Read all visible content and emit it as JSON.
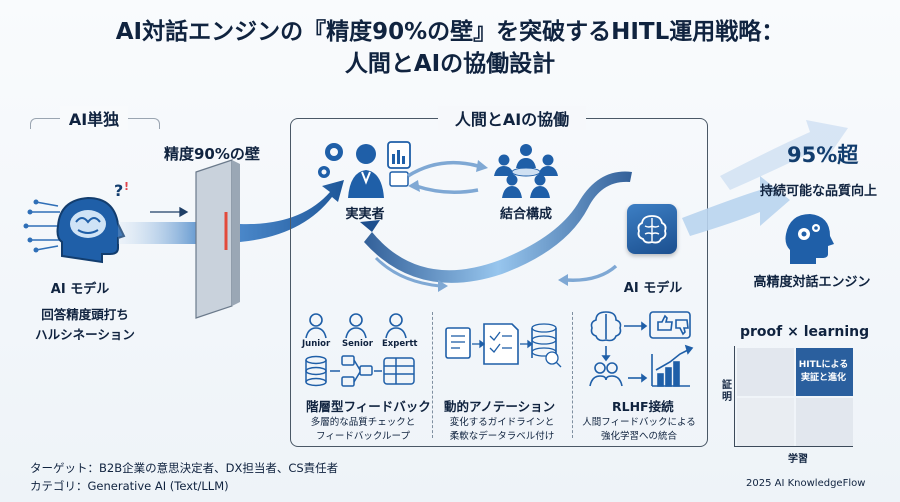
{
  "title": {
    "line1": "AI対話エンジンの『精度90%の壁』を突破するHITL運用戦略：",
    "line2": "人間とAIの協働設計"
  },
  "left_section": {
    "header": "AI単独",
    "wall_label": "精度90%の壁",
    "model_label": "AI モデル",
    "issue_line1": "回答精度頭打ち",
    "issue_line2": "ハルシネーション"
  },
  "collab_section": {
    "header": "人間とAIの協働",
    "practitioner": "実実者",
    "team": "結合構成",
    "ai_model": "AI モデル"
  },
  "result": {
    "headline": "95%超",
    "subtitle": "持続可能な品質向上",
    "engine": "高精度対話エンジン"
  },
  "features": [
    {
      "roles": [
        "Junior",
        "Senior",
        "Expertt"
      ],
      "title": "階層型フィードバック",
      "desc1": "多層的な品質チェックと",
      "desc2": "フィードバックループ"
    },
    {
      "title": "動的アノテーション",
      "desc1": "変化するガイドラインと",
      "desc2": "柔軟なデータラベル付け"
    },
    {
      "title": "RLHF接続",
      "desc1": "人間フィードバックによる",
      "desc2": "強化学習への統合"
    }
  ],
  "matrix": {
    "title": "proof × learning",
    "highlight1": "HITLによる",
    "highlight2": "実証と進化",
    "y_label": "証明",
    "x_label": "学習"
  },
  "footer": {
    "target": "ターゲット：B2B企業の意思決定者、DX担当者、CS責任者",
    "category": "カテゴリ：Generative AI (Text/LLM)",
    "credit": "2025 AI KnowledgeFlow"
  },
  "colors": {
    "navy": "#10233f",
    "accent_blue": "#1f5fa8",
    "light_blue": "#8fb8e0",
    "highlight": "#2a5f9e"
  }
}
